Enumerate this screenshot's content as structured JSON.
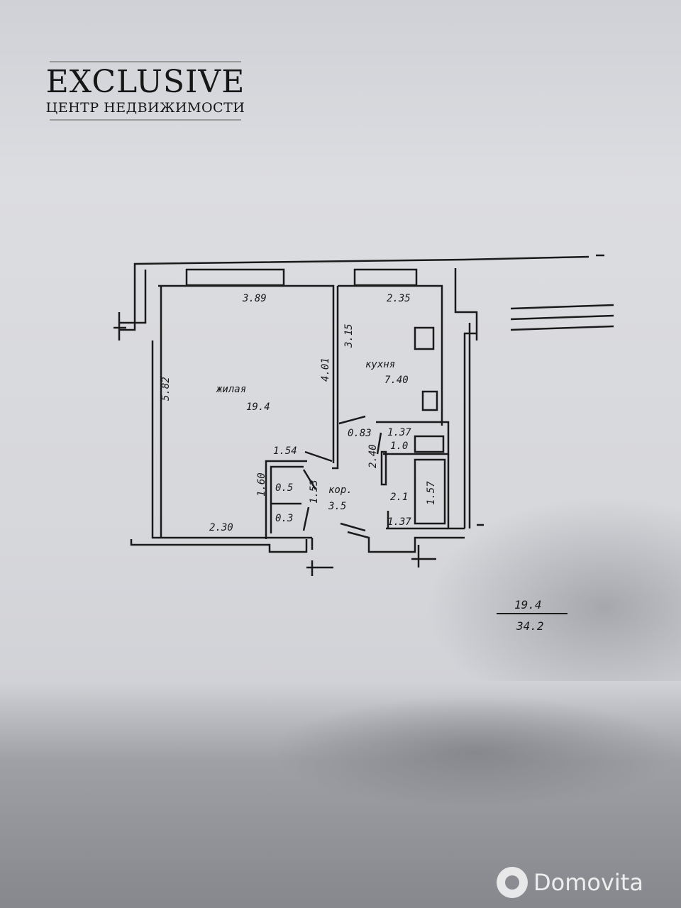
{
  "logo": {
    "title": "EXCLUSIVE",
    "subtitle": "ЦЕНТР НЕДВИЖИМОСТИ"
  },
  "plan": {
    "rooms": {
      "living": {
        "name": "жилая",
        "area": "19.4"
      },
      "kitchen": {
        "name": "кухня",
        "area": "7.40"
      },
      "corridor": {
        "name": "кор.",
        "area": "3.5"
      },
      "toilet": {
        "area": "1.0"
      },
      "bath": {
        "area": "2.1"
      },
      "closet1": {
        "area": "0.5"
      },
      "closet2": {
        "area": "0.3"
      }
    },
    "dims": {
      "living_top": "3.89",
      "living_left": "5.82",
      "living_right": "4.01",
      "living_bottom": "2.30",
      "kitchen_top": "2.35",
      "kitchen_left": "3.15",
      "d083": "0.83",
      "toilet_top": "1.37",
      "bath_side": "2.40",
      "bath_bottom": "1.37",
      "tub": "1.57",
      "corr_top": "1.54",
      "closet_side": "1.60",
      "closet_door": "1.53"
    },
    "summary": {
      "living": "19.4",
      "total": "34.2"
    }
  },
  "watermark": "Domovita"
}
